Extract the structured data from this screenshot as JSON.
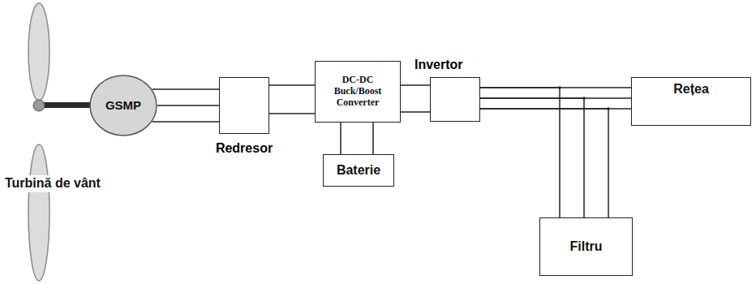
{
  "diagram": {
    "nodes": [
      {
        "text": [
          "GSMP"
        ]
      },
      {
        "text": [
          "Redresor"
        ]
      },
      {
        "text": [
          "DC-DC Buck/Boost Converter"
        ]
      },
      {
        "text": [
          "Baterie"
        ]
      },
      {
        "text": [
          "Invertor"
        ]
      },
      {
        "text": [
          "Rețea"
        ]
      },
      {
        "text": [
          "Filtru"
        ]
      }
    ],
    "edges": [
      {
        "from": 0,
        "to": 1,
        "arrow": "none"
      },
      {
        "from": 1,
        "to": 2,
        "arrow": "none"
      },
      {
        "from": 2,
        "to": 3,
        "arrow": "none"
      },
      {
        "from": 2,
        "to": 4,
        "arrow": "none"
      },
      {
        "from": 4,
        "to": 5,
        "arrow": "none"
      },
      {
        "from": 4,
        "to": 6,
        "arrow": "none"
      }
    ],
    "labels": [
      "Turbină de vânt"
    ]
  }
}
